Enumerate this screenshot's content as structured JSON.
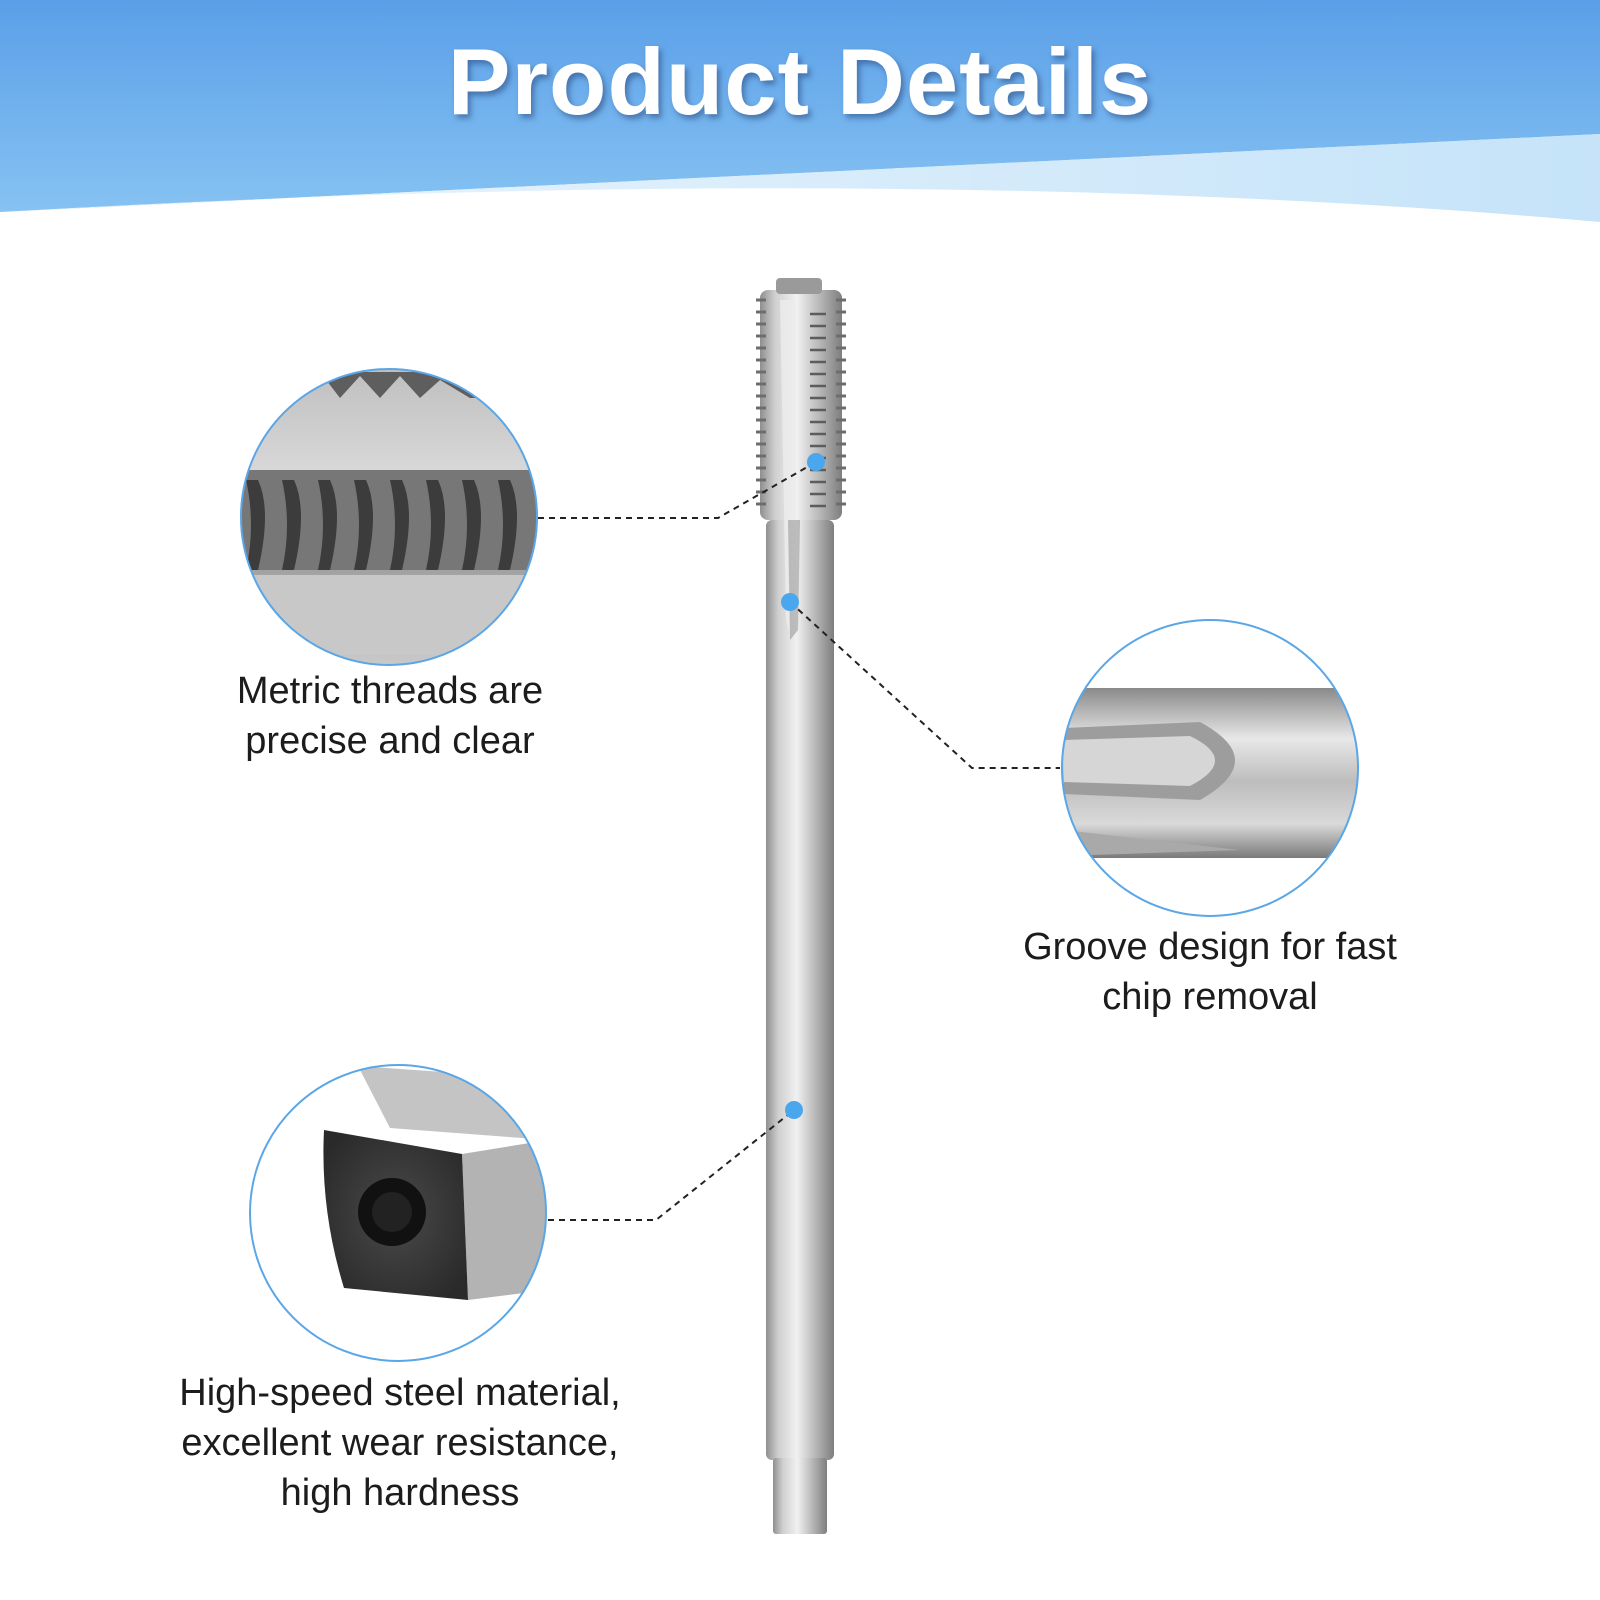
{
  "page": {
    "title": "Product Details"
  },
  "features": [
    {
      "id": "threads",
      "lines": [
        "Metric threads are",
        "precise and clear"
      ]
    },
    {
      "id": "groove",
      "lines": [
        "Groove design for fast",
        "chip removal"
      ]
    },
    {
      "id": "steel",
      "lines": [
        "High-speed steel material,",
        "excellent wear resistance,",
        "high hardness"
      ]
    }
  ],
  "colors": {
    "banner_blue": "#5a9fe8",
    "banner_light": "#cfe6fb",
    "accent_dot": "#4aa7ee",
    "circle_border": "#5aa6e6",
    "steel": "#c9c9c9",
    "text": "#1c1c1c"
  }
}
